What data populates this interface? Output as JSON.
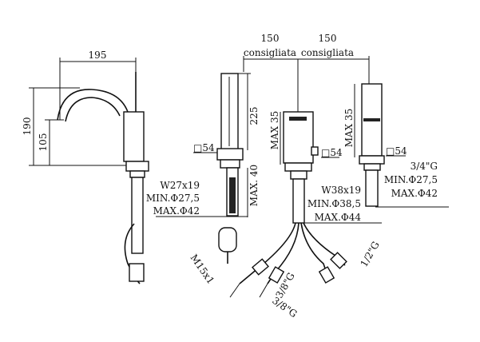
{
  "faucet": {
    "width": "195",
    "height": "190",
    "spout_height": "105"
  },
  "handshower": {
    "height": "225",
    "base": "□54",
    "max_thickness": "MAX. 40",
    "thread": "W27x19",
    "min_hole": "MIN.Φ27,5",
    "max_hole": "MAX.Φ42"
  },
  "spacing": {
    "left": "150",
    "left_note": "consigliata",
    "right": "150",
    "right_note": "consigliata"
  },
  "mixer": {
    "max_thickness": "MAX 35",
    "base": "□54",
    "thread": "W38x19",
    "min_hole": "MIN.Φ38,5",
    "max_hole": "MAX.Φ44"
  },
  "spout": {
    "max_thickness": "MAX 35",
    "base": "□54",
    "thread": "3/4\"G",
    "min_hole": "MIN.Φ27,5",
    "max_hole": "MAX.Φ42"
  },
  "connections": {
    "hose1": "M15x1",
    "hose2": "3/8\"G",
    "hose3": "3/8\"G",
    "hose4": "1/2\"G"
  }
}
